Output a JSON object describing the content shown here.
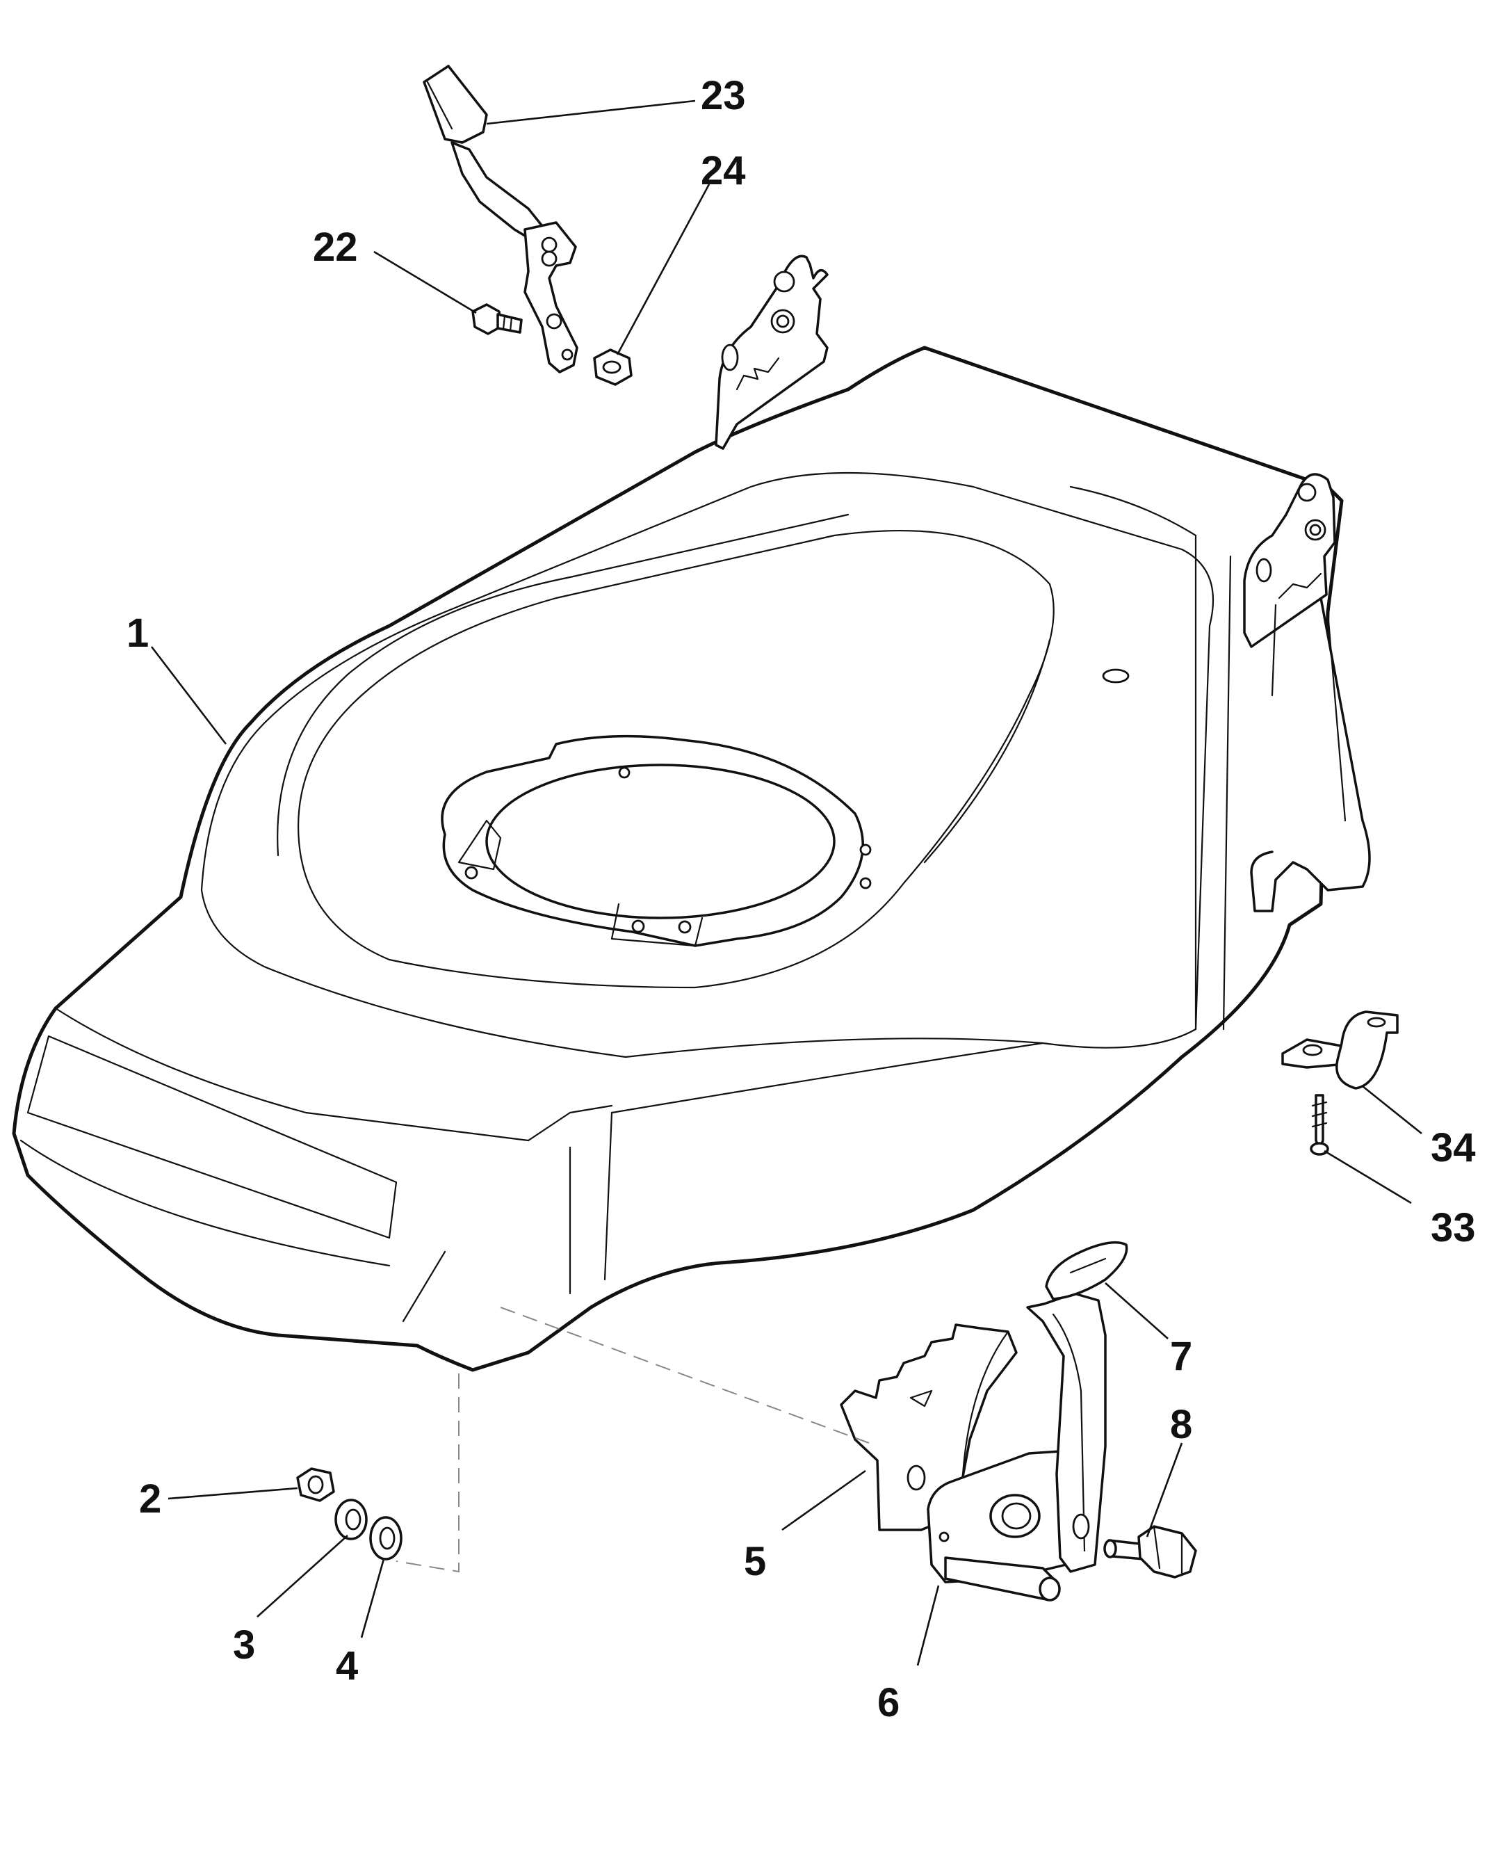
{
  "callouts": {
    "c1": "1",
    "c2": "2",
    "c3": "3",
    "c4": "4",
    "c5": "5",
    "c6": "6",
    "c7": "7",
    "c8": "8",
    "c22": "22",
    "c23": "23",
    "c24": "24",
    "c33": "33",
    "c34": "34"
  }
}
